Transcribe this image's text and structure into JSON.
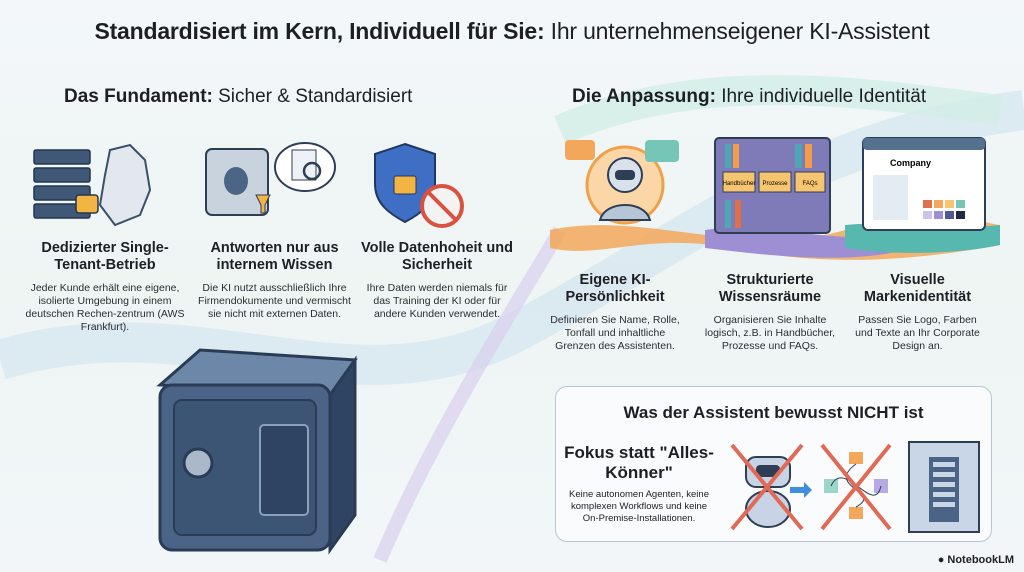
{
  "title": {
    "bold": "Standardisiert im Kern, Individuell für Sie:",
    "rest": " Ihr unternehmenseigener KI-Assistent"
  },
  "left": {
    "heading_bold": "Das Fundament:",
    "heading_rest": " Sicher & Standardisiert",
    "items": [
      {
        "title": "Dedizierter Single-Tenant-Betrieb",
        "text": "Jeder Kunde erhält eine eigene, isolierte Umgebung in einem deutschen Rechen-zentrum (AWS Frankfurt)."
      },
      {
        "title": "Antworten nur aus internem Wissen",
        "text": "Die KI nutzt ausschließlich Ihre Firmendokumente und vermischt sie nicht mit externen Daten."
      },
      {
        "title": "Volle Datenhoheit und Sicherheit",
        "text": "Ihre Daten werden niemals für das Training der KI oder für andere Kunden verwendet."
      }
    ]
  },
  "right": {
    "heading_bold": "Die Anpassung:",
    "heading_rest": " Ihre individuelle Identität",
    "items": [
      {
        "title": "Eigene KI-Persönlichkeit",
        "text": "Definieren Sie Name, Rolle, Tonfall und inhaltliche Grenzen des Assistenten."
      },
      {
        "title": "Strukturierte Wissensräume",
        "text": "Organisieren Sie Inhalte logisch, z.B. in Handbücher, Prozesse und FAQs."
      },
      {
        "title": "Visuelle Markenidentität",
        "text": "Passen Sie Logo, Farben und Texte an Ihr Corporate Design an."
      }
    ],
    "shelf_labels": [
      "Handbücher",
      "Prozesse",
      "FAQs"
    ],
    "brand_name": "Company"
  },
  "not_box": {
    "title": "Was der Assistent bewusst NICHT ist",
    "focus_title": "Fokus statt \"Alles-Könner\"",
    "focus_text": "Keine autonomen Agenten, keine komplexen Workflows und keine On-Premise-Installationen."
  },
  "watermark": "NotebookLM"
}
